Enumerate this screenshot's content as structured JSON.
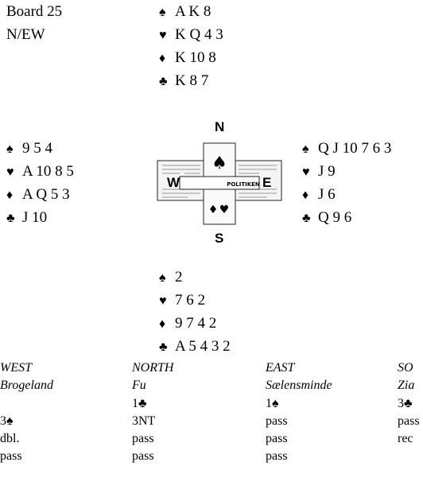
{
  "board": {
    "number": "Board 25",
    "vulnerability": "N/EW"
  },
  "suit_symbols": {
    "spades": "♠",
    "hearts": "♥",
    "diamonds": "♦",
    "clubs": "♣"
  },
  "hands": {
    "north": {
      "spades": "A K 8",
      "hearts": "K Q 4 3",
      "diamonds": "K 10 8",
      "clubs": "K 8 7"
    },
    "west": {
      "spades": "9 5 4",
      "hearts": "A 10 8 5",
      "diamonds": "A Q 5 3",
      "clubs": "J 10"
    },
    "east": {
      "spades": "Q J 10 7 6 3",
      "hearts": "J 9",
      "diamonds": "J 6",
      "clubs": "Q 9 6"
    },
    "south": {
      "spades": "2",
      "hearts": "7 6 2",
      "diamonds": "9 7 4 2",
      "clubs": "A 5 4 3 2"
    }
  },
  "compass": {
    "north": "N",
    "south": "S",
    "west": "W",
    "east": "E",
    "logo_text": "POLITIKEN"
  },
  "auction": {
    "seats": [
      "WEST",
      "NORTH",
      "EAST",
      "SO"
    ],
    "players": [
      "Brogeland",
      "Fu",
      "Sælensminde",
      "Zia"
    ],
    "rows": [
      [
        "",
        "1♣",
        "1♠",
        "3♣"
      ],
      [
        "3♠",
        "3NT",
        "pass",
        "pass"
      ],
      [
        "dbl.",
        "pass",
        "pass",
        "rec"
      ],
      [
        "pass",
        "pass",
        "pass",
        ""
      ]
    ]
  },
  "colors": {
    "text": "#000000",
    "background": "#ffffff"
  }
}
